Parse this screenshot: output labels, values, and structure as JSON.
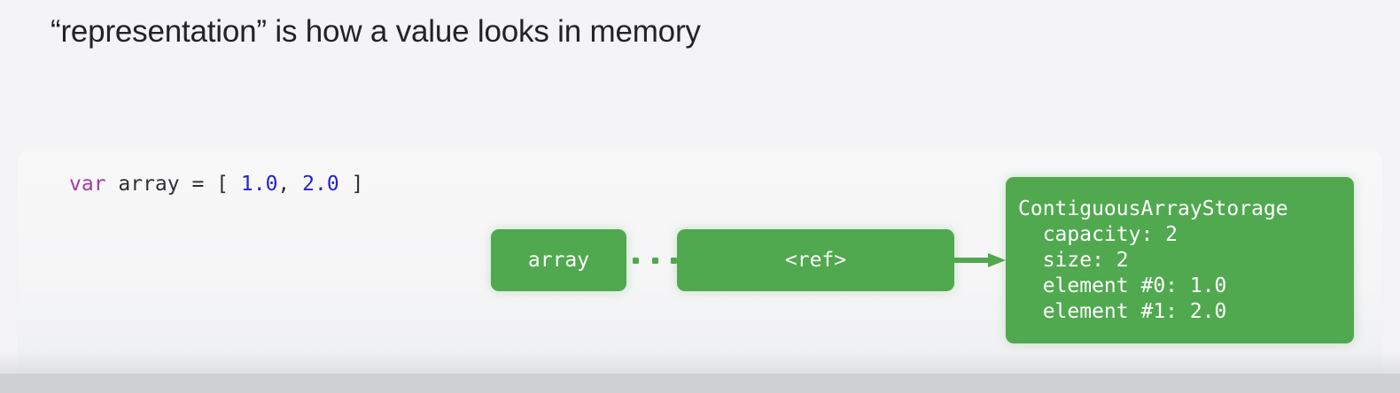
{
  "slide": {
    "title": "“representation” is how a value looks in memory"
  },
  "card": {
    "code": {
      "keyword": "var",
      "after_keyword": " array = [ ",
      "num1": "1.0",
      "separator": ", ",
      "num2": "2.0",
      "tail": " ]",
      "full_text": "var array = [ 1.0, 2.0 ]"
    },
    "diagram": {
      "array_box_label": "array",
      "ref_box_label": "<ref>",
      "storage_box_text": "ContiguousArrayStorage\n  capacity: 2\n  size: 2\n  element #0: 1.0\n  element #1: 2.0",
      "storage_lines": [
        "ContiguousArrayStorage",
        "  capacity: 2",
        "  size: 2",
        "  element #0: 1.0",
        "  element #1: 2.0"
      ],
      "connector_dots": 3
    }
  },
  "colors": {
    "page_background": "#f4f4f6",
    "card_background": "#f7f7f8",
    "box_green": "#50a94f",
    "keyword_magenta": "#a33aa8",
    "number_blue": "#2424cc",
    "code_text": "#2f2f33",
    "title_text": "#232325",
    "bottom_strip": "#cfd0d3"
  }
}
